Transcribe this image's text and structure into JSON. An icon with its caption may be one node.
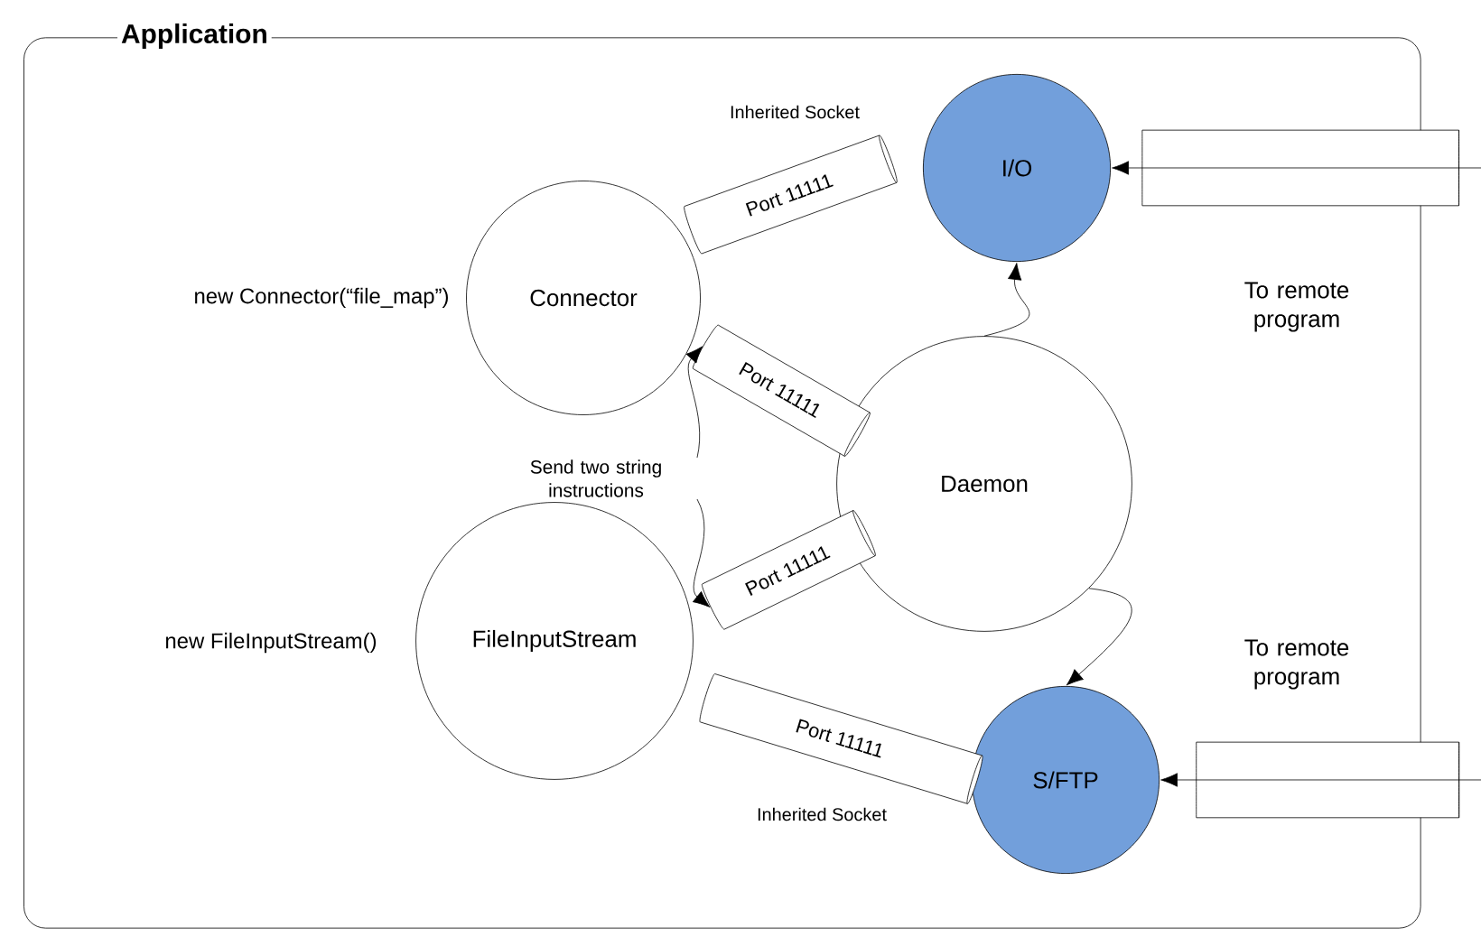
{
  "diagram": {
    "nodes": [
      {
        "text": [
          "Application"
        ]
      },
      {
        "text": [
          "Connector"
        ],
        "in": 0,
        "beside": [
          "new Connector(“file_map”)"
        ]
      },
      {
        "text": [
          "FileInputStream"
        ],
        "in": 0,
        "beside": [
          "new FileInputStream()"
        ]
      },
      {
        "text": [
          "Daemon"
        ],
        "in": 0
      },
      {
        "text": [
          "I/O"
        ],
        "in": 0
      },
      {
        "text": [
          "S/FTP"
        ],
        "in": 0
      },
      {
        "text": [
          "Port 11111"
        ],
        "in": 0,
        "beside": [
          "Inherited Socket"
        ]
      },
      {
        "text": [
          "Port 11111"
        ],
        "in": 0
      },
      {
        "text": [
          "Port 11111"
        ],
        "in": 0
      },
      {
        "text": [
          "Port 11111"
        ],
        "in": 0,
        "beside": [
          "Inherited Socket"
        ]
      },
      {
        "text": [],
        "shape": "cylinder"
      },
      {
        "text": [],
        "shape": "cylinder"
      },
      {
        "text": [
          "Send two string instructions"
        ],
        "in": 0
      }
    ],
    "edges": [
      {
        "from": 12,
        "to": 7,
        "arrow": "to"
      },
      {
        "from": 12,
        "to": 8,
        "arrow": "to"
      },
      {
        "from": 3,
        "to": 4,
        "arrow": "to"
      },
      {
        "from": 3,
        "to": 5,
        "arrow": "to"
      },
      {
        "from": null,
        "to": 4,
        "arrow": "to"
      },
      {
        "from": null,
        "to": 5,
        "arrow": "to"
      }
    ],
    "labels": [
      "To remote program",
      "To remote program"
    ]
  }
}
